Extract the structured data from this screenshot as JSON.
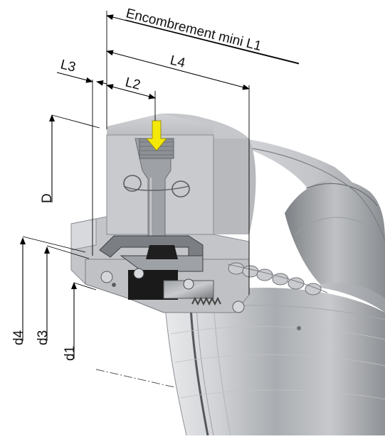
{
  "dimensions": {
    "L1": "Encombrement mini L1",
    "L4": "L4",
    "L3": "L3",
    "L2": "L2",
    "D": "D",
    "d4": "d4",
    "d3": "d3",
    "d1": "d1"
  },
  "colors": {
    "arrow": "#f4e80a",
    "steel_light": "#d9dbde",
    "steel_mid": "#b5b8bd",
    "steel_dark": "#7b7e83",
    "section_face": "#c8cacd",
    "black_parts": "#1a1a1a"
  },
  "icons": {
    "flow_arrow": "down-arrow-icon",
    "grease_nipple": "grease-port-icon",
    "spring": "spring-icon"
  }
}
